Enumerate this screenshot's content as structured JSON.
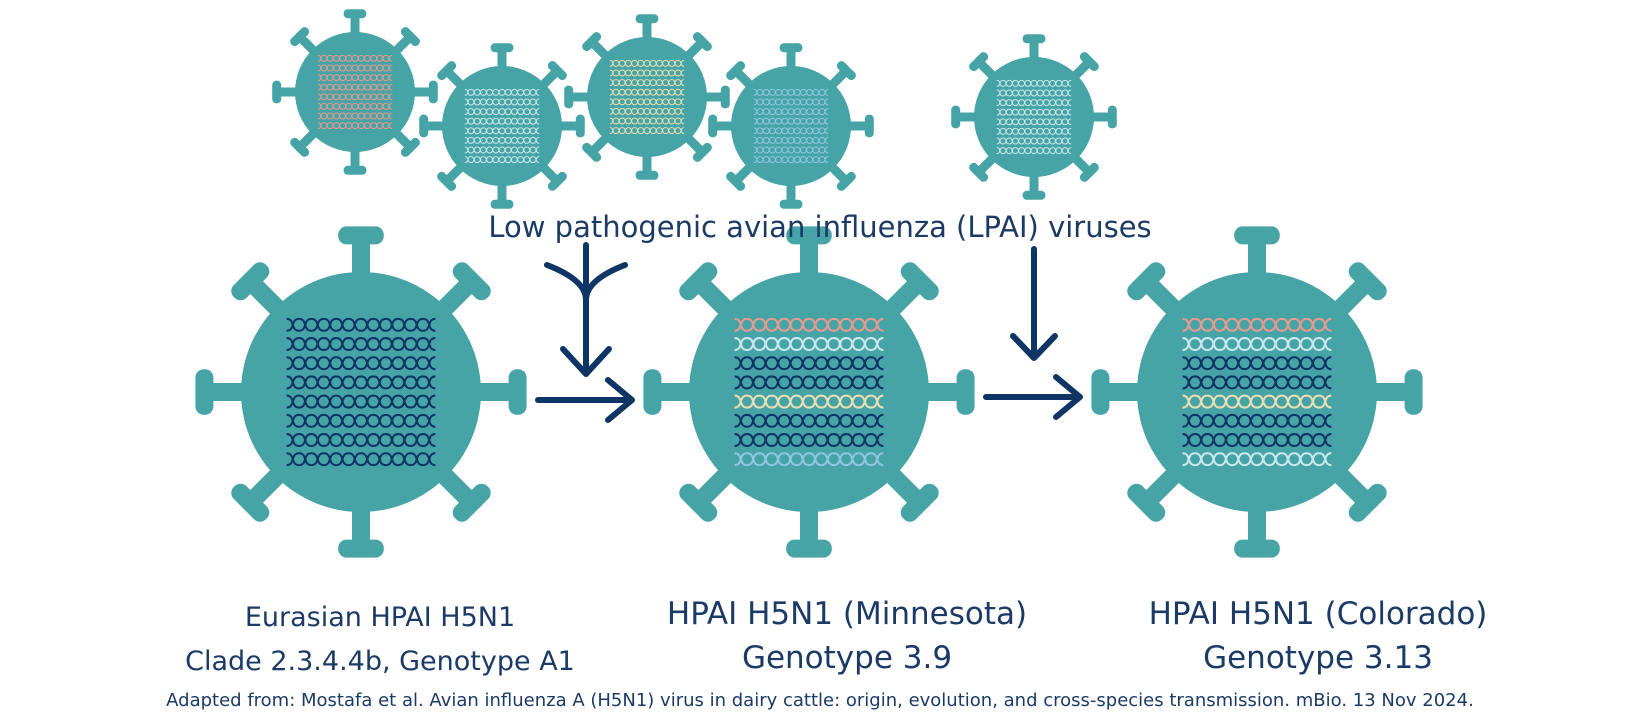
{
  "colors": {
    "virus": "#46a4a7",
    "navy": "#0e3566",
    "salmon": "#e89a8e",
    "pale_blue": "#cbe8ec",
    "cream": "#e9dfb0",
    "light_blue": "#8ec7df",
    "text": "#1c3a66"
  },
  "lpai": {
    "label": "Low pathogenic avian influenza (LPAI) viruses",
    "viruses": [
      {
        "strand": "salmon"
      },
      {
        "strand": "pale_blue"
      },
      {
        "strand": "cream"
      },
      {
        "strand": "light_blue"
      },
      {
        "strand": "pale_blue"
      }
    ]
  },
  "hpai": [
    {
      "title": "Eurasian HPAI H5N1",
      "subtitle": "Clade 2.3.4.4b, Genotype A1",
      "segments": [
        "navy",
        "navy",
        "navy",
        "navy",
        "navy",
        "navy",
        "navy",
        "navy"
      ]
    },
    {
      "title": "HPAI H5N1 (Minnesota)",
      "subtitle": "Genotype 3.9",
      "segments": [
        "salmon",
        "pale_blue",
        "navy",
        "navy",
        "cream",
        "navy",
        "navy",
        "light_blue"
      ]
    },
    {
      "title": "HPAI H5N1 (Colorado)",
      "subtitle": "Genotype 3.13",
      "segments": [
        "salmon",
        "pale_blue",
        "navy",
        "navy",
        "cream",
        "navy",
        "navy",
        "pale_blue"
      ]
    }
  ],
  "citation": "Adapted from: Mostafa et al. Avian influenza A (H5N1) virus in dairy cattle: origin, evolution, and cross-species transmission. mBio. 13 Nov 2024."
}
